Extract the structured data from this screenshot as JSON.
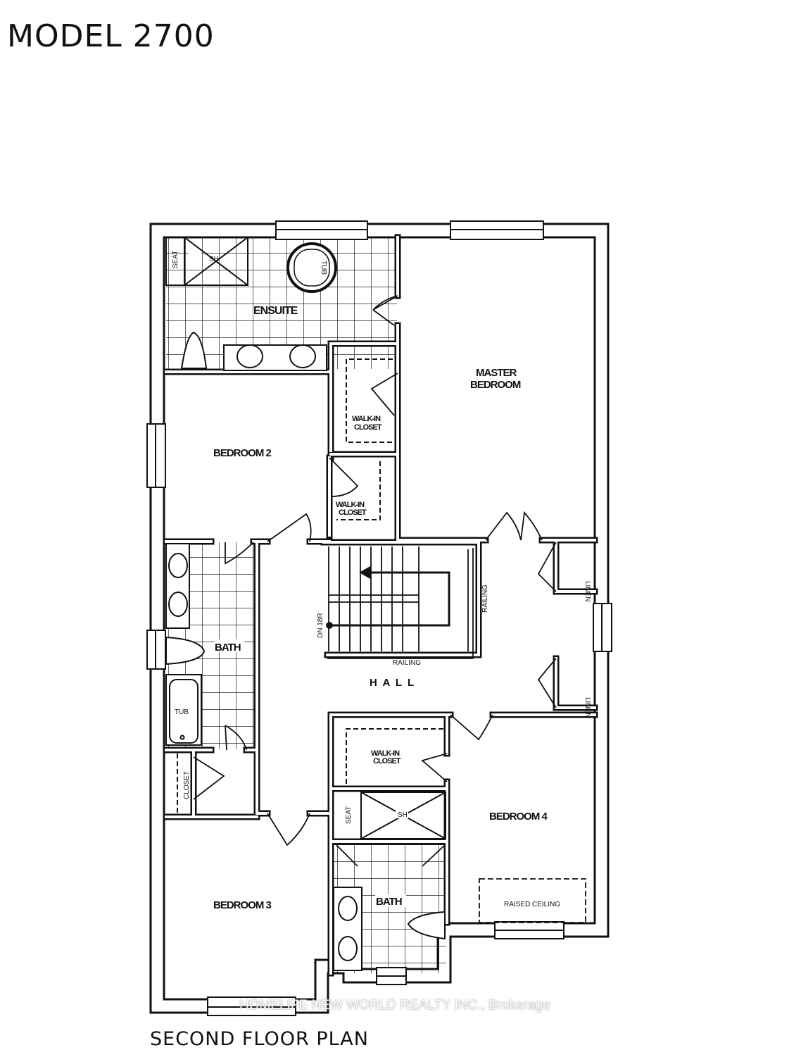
{
  "header": {
    "title": "MODEL 2700"
  },
  "footer": {
    "plan_title": "SECOND FLOOR PLAN"
  },
  "watermark": "HOMELIFE NEW WORLD REALTY INC., Brokerage",
  "rooms": {
    "ensuite": "ENSUITE",
    "master_line1": "MASTER",
    "master_line2": "BEDROOM",
    "bedroom2": "BEDROOM 2",
    "bedroom3": "BEDROOM 3",
    "bedroom4": "BEDROOM 4",
    "hall": "H A L L",
    "bath_left": "BATH",
    "bath_bottom": "BATH",
    "wic_line1": "WALK-IN",
    "wic_line2": "CLOSET",
    "closet": "CLOSET",
    "linen": "LINEN"
  },
  "fixtures": {
    "seat": "SEAT",
    "shower": "SH",
    "tub": "TUB",
    "railing": "RAILING",
    "stair": "DN 18R",
    "raised_ceiling": "RAISED CEILING"
  }
}
